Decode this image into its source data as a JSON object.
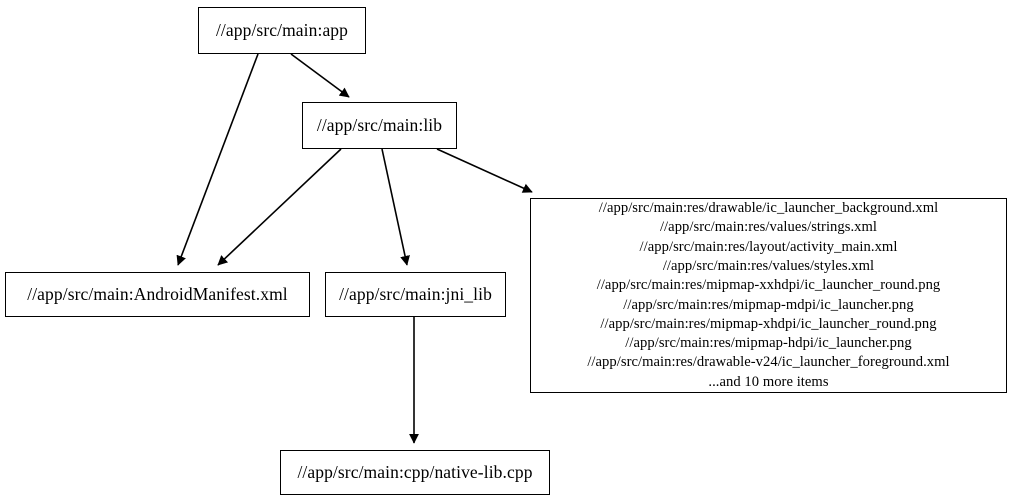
{
  "graph": {
    "type": "directed-dependency-graph",
    "background_color": "#ffffff",
    "node_border_color": "#000000",
    "edge_color": "#000000",
    "nodes": {
      "app": {
        "label": "//app/src/main:app"
      },
      "lib": {
        "label": "//app/src/main:lib"
      },
      "manifest": {
        "label": "//app/src/main:AndroidManifest.xml"
      },
      "jni_lib": {
        "label": "//app/src/main:jni_lib"
      },
      "native_lib": {
        "label": "//app/src/main:cpp/native-lib.cpp"
      },
      "resources": {
        "label": "//app/src/main:res/drawable/ic_launcher_background.xml\n//app/src/main:res/values/strings.xml\n//app/src/main:res/layout/activity_main.xml\n//app/src/main:res/values/styles.xml\n//app/src/main:res/mipmap-xxhdpi/ic_launcher_round.png\n//app/src/main:res/mipmap-mdpi/ic_launcher.png\n//app/src/main:res/mipmap-xhdpi/ic_launcher_round.png\n//app/src/main:res/mipmap-hdpi/ic_launcher.png\n//app/src/main:res/drawable-v24/ic_launcher_foreground.xml\n...and 10 more items",
        "lines": [
          "//app/src/main:res/drawable/ic_launcher_background.xml",
          "//app/src/main:res/values/strings.xml",
          "//app/src/main:res/layout/activity_main.xml",
          "//app/src/main:res/values/styles.xml",
          "//app/src/main:res/mipmap-xxhdpi/ic_launcher_round.png",
          "//app/src/main:res/mipmap-mdpi/ic_launcher.png",
          "//app/src/main:res/mipmap-xhdpi/ic_launcher_round.png",
          "//app/src/main:res/mipmap-hdpi/ic_launcher.png",
          "//app/src/main:res/drawable-v24/ic_launcher_foreground.xml",
          "...and 10 more items"
        ]
      }
    },
    "edges": [
      {
        "from": "app",
        "to": "lib"
      },
      {
        "from": "app",
        "to": "manifest"
      },
      {
        "from": "lib",
        "to": "manifest"
      },
      {
        "from": "lib",
        "to": "jni_lib"
      },
      {
        "from": "lib",
        "to": "resources"
      },
      {
        "from": "jni_lib",
        "to": "native_lib"
      }
    ]
  }
}
